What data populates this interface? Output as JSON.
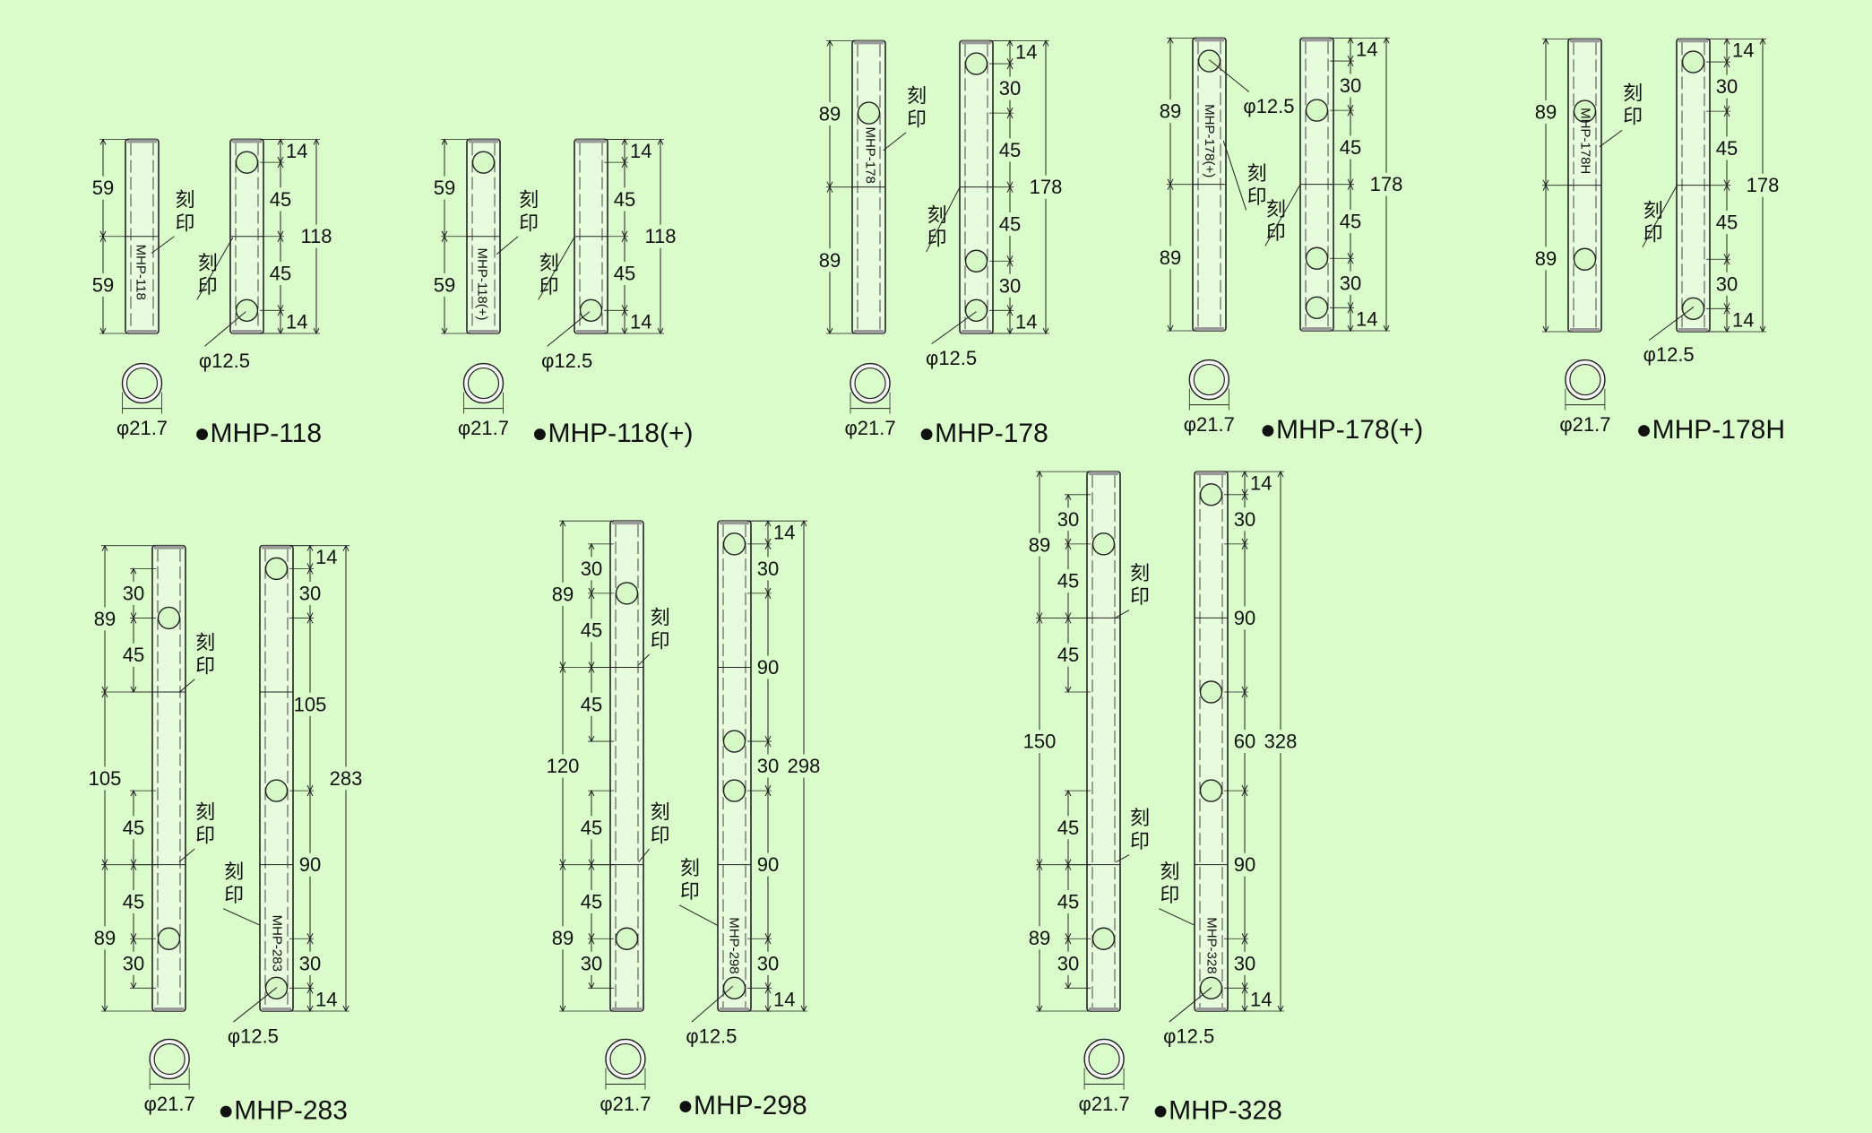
{
  "labels": {
    "marking": "刻印",
    "hole_dia": "φ12.5",
    "pipe_dia": "φ21.7",
    "bullet": "●"
  },
  "products": [
    {
      "name": "MHP-118",
      "marking_text": "MHP-118",
      "length": 118,
      "left": {
        "holes": [],
        "joints": [
          59
        ],
        "outer": [
          [
            0,
            59
          ],
          [
            59,
            118
          ]
        ],
        "inner": []
      },
      "right": {
        "holes": [
          14,
          104
        ],
        "joints": [
          59
        ],
        "inner": [
          [
            0,
            14
          ],
          [
            14,
            59
          ],
          [
            59,
            104
          ],
          [
            104,
            118
          ]
        ],
        "total": [
          0,
          118
        ]
      }
    },
    {
      "name": "MHP-118(+)",
      "marking_text": "MHP-118(+)",
      "length": 118,
      "left": {
        "holes": [
          14
        ],
        "joints": [
          59
        ],
        "outer": [
          [
            0,
            59
          ],
          [
            59,
            118
          ]
        ],
        "inner": []
      },
      "right": {
        "holes": [
          104
        ],
        "joints": [
          59
        ],
        "inner": [
          [
            0,
            14
          ],
          [
            14,
            59
          ],
          [
            59,
            104
          ],
          [
            104,
            118
          ]
        ],
        "total": [
          0,
          118
        ]
      }
    },
    {
      "name": "MHP-178",
      "marking_text": "MHP-178",
      "length": 178,
      "left": {
        "holes": [
          44
        ],
        "joints": [
          89
        ],
        "outer": [
          [
            0,
            89
          ],
          [
            89,
            178
          ]
        ],
        "inner": []
      },
      "right": {
        "holes": [
          14,
          134,
          164
        ],
        "joints": [
          89
        ],
        "inner": [
          [
            0,
            14
          ],
          [
            14,
            44
          ],
          [
            44,
            89
          ],
          [
            89,
            134
          ],
          [
            134,
            164
          ],
          [
            164,
            178
          ]
        ],
        "total": [
          0,
          178
        ]
      }
    },
    {
      "name": "MHP-178(+)",
      "marking_text": "MHP-178(+)",
      "length": 178,
      "left": {
        "holes": [
          14
        ],
        "joints": [
          89
        ],
        "outer": [
          [
            0,
            89
          ],
          [
            89,
            178
          ]
        ],
        "inner": []
      },
      "right": {
        "holes": [
          44,
          134,
          164
        ],
        "joints": [
          89
        ],
        "inner": [
          [
            0,
            14
          ],
          [
            14,
            44
          ],
          [
            44,
            89
          ],
          [
            89,
            134
          ],
          [
            134,
            164
          ],
          [
            164,
            178
          ]
        ],
        "total": [
          0,
          178
        ]
      }
    },
    {
      "name": "MHP-178H",
      "marking_text": "MHP-178H",
      "length": 178,
      "left": {
        "holes": [
          44,
          134
        ],
        "joints": [
          89
        ],
        "outer": [
          [
            0,
            89
          ],
          [
            89,
            178
          ]
        ],
        "inner": []
      },
      "right": {
        "holes": [
          14,
          164
        ],
        "joints": [
          89
        ],
        "inner": [
          [
            0,
            14
          ],
          [
            14,
            44
          ],
          [
            44,
            89
          ],
          [
            89,
            134
          ],
          [
            134,
            164
          ],
          [
            164,
            178
          ]
        ],
        "total": [
          0,
          178
        ]
      }
    },
    {
      "name": "MHP-283",
      "marking_text": "MHP-283",
      "length": 283,
      "left": {
        "holes": [
          44,
          239
        ],
        "joints": [
          89,
          194
        ],
        "outer": [
          [
            0,
            89
          ],
          [
            89,
            194
          ],
          [
            194,
            283
          ]
        ],
        "inner": [
          [
            14,
            44
          ],
          [
            44,
            89
          ],
          [
            149,
            194
          ],
          [
            194,
            239
          ],
          [
            239,
            269
          ]
        ]
      },
      "right": {
        "holes": [
          14,
          149,
          269
        ],
        "joints": [
          89,
          194
        ],
        "inner": [
          [
            0,
            14
          ],
          [
            14,
            44
          ],
          [
            44,
            149
          ],
          [
            149,
            239
          ],
          [
            239,
            269
          ],
          [
            269,
            283
          ]
        ],
        "total": [
          0,
          283
        ]
      }
    },
    {
      "name": "MHP-298",
      "marking_text": "MHP-298",
      "length": 298,
      "left": {
        "holes": [
          44,
          254
        ],
        "joints": [
          89,
          209
        ],
        "outer": [
          [
            0,
            89
          ],
          [
            89,
            209
          ],
          [
            209,
            298
          ]
        ],
        "inner": [
          [
            14,
            44
          ],
          [
            44,
            89
          ],
          [
            89,
            134
          ],
          [
            164,
            209
          ],
          [
            209,
            254
          ],
          [
            254,
            284
          ]
        ]
      },
      "right": {
        "holes": [
          14,
          134,
          164,
          284
        ],
        "joints": [
          89,
          209
        ],
        "inner": [
          [
            0,
            14
          ],
          [
            14,
            44
          ],
          [
            44,
            134
          ],
          [
            134,
            164
          ],
          [
            164,
            254
          ],
          [
            254,
            284
          ],
          [
            284,
            298
          ]
        ],
        "total": [
          0,
          298
        ]
      }
    },
    {
      "name": "MHP-328",
      "marking_text": "MHP-328",
      "length": 328,
      "left": {
        "holes": [
          44,
          284
        ],
        "joints": [
          89,
          239
        ],
        "outer": [
          [
            0,
            89
          ],
          [
            89,
            239
          ],
          [
            239,
            328
          ]
        ],
        "inner": [
          [
            14,
            44
          ],
          [
            44,
            89
          ],
          [
            89,
            134
          ],
          [
            194,
            239
          ],
          [
            239,
            284
          ],
          [
            284,
            314
          ]
        ]
      },
      "right": {
        "holes": [
          14,
          134,
          194,
          314
        ],
        "joints": [
          89,
          239
        ],
        "inner": [
          [
            0,
            14
          ],
          [
            14,
            44
          ],
          [
            44,
            134
          ],
          [
            134,
            194
          ],
          [
            194,
            284
          ],
          [
            284,
            314
          ],
          [
            314,
            328
          ]
        ],
        "total": [
          0,
          328
        ]
      }
    }
  ]
}
